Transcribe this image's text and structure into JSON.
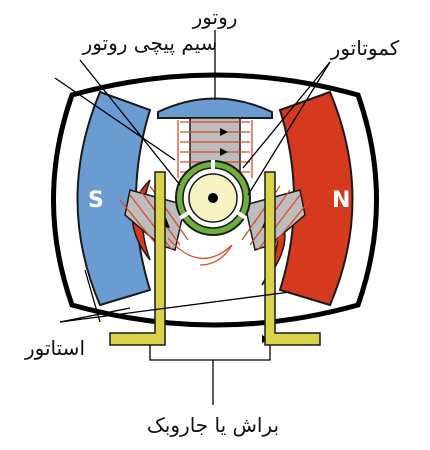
{
  "labels": {
    "rotor": "روتور",
    "rotor_winding": "سیم پیچی روتور",
    "commutator": "کموتاتور",
    "stator": "استاتور",
    "brush": "براش یا جاروبک",
    "pole_south": "S",
    "pole_north": "N"
  },
  "colors": {
    "south_pole": "#6a9bd1",
    "north_pole": "#d63a1e",
    "brush": "#d9d24a",
    "commutator": "#6fae3a",
    "rotor_core": "#bdbdbd",
    "winding": "#d94a2a",
    "shaft": "#f7f3c4"
  }
}
